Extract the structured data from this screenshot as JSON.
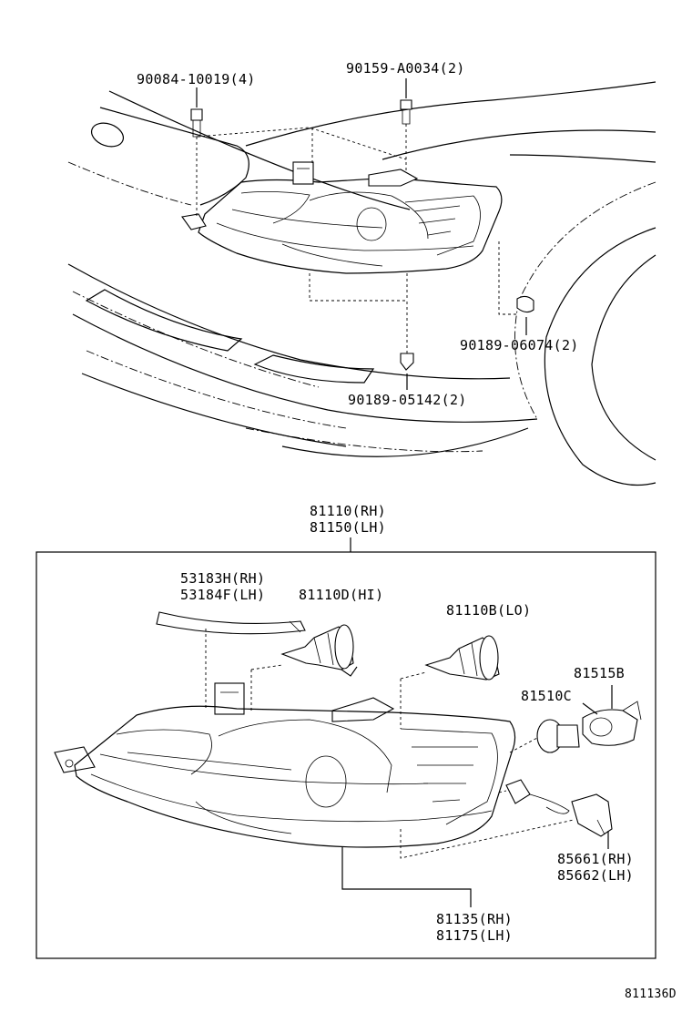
{
  "callouts": {
    "bolt_90084": "90084-10019(4)",
    "screw_90159": "90159-A0034(2)",
    "clip_06074": "90189-06074(2)",
    "clip_05142": "90189-05142(2)",
    "assy_rh": "81110(RH)",
    "assy_lh": "81150(LH)",
    "seal_rh": "53183H(RH)",
    "seal_lh": "53184F(LH)",
    "bulb_hi": "81110D(HI)",
    "bulb_lo": "81110B(LO)",
    "socket": "81515B",
    "bulb_signal": "81510C",
    "wire_rh": "85661(RH)",
    "wire_lh": "85662(LH)",
    "unit_rh": "81135(RH)",
    "unit_lh": "81175(LH)"
  },
  "diagram_id": "811136D"
}
